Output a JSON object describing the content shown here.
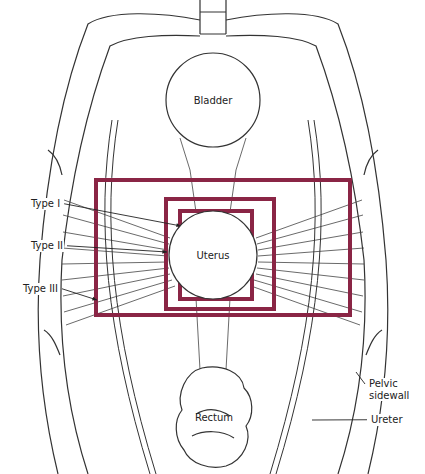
{
  "diagram": {
    "nodes": [
      {
        "text": [
          "Bladder"
        ]
      },
      {
        "text": [
          "Uterus"
        ]
      },
      {
        "text": [
          "Rectum"
        ]
      }
    ],
    "labels": [
      "Type I",
      "Type II",
      "Type III",
      "Pelvic sidewall",
      "Ureter"
    ]
  }
}
